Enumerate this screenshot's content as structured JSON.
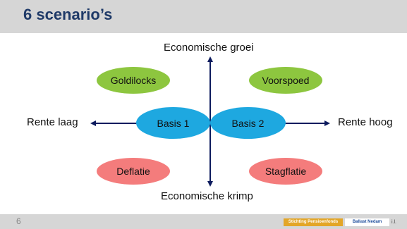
{
  "slide": {
    "title": "6 scenario’s",
    "page_number": "6"
  },
  "axes": {
    "top": "Economische groei",
    "bottom": "Economische krimp",
    "left": "Rente laag",
    "right": "Rente hoog"
  },
  "quadrants": {
    "top_left": "Goldilocks",
    "top_right": "Voorspoed",
    "bottom_left": "Deflatie",
    "bottom_right": "Stagflatie"
  },
  "center": {
    "left": "Basis 1",
    "right": "Basis 2"
  },
  "footer": {
    "logo_1": "Stichting Pensioenfonds",
    "logo_2": "Ballast Nedam",
    "logo_3": "i.l."
  },
  "colors": {
    "header_bg": "#d6d6d6",
    "title": "#1f3a68",
    "green": "#8dc63f",
    "red": "#f47c7c",
    "blue": "#1ea8e0"
  }
}
